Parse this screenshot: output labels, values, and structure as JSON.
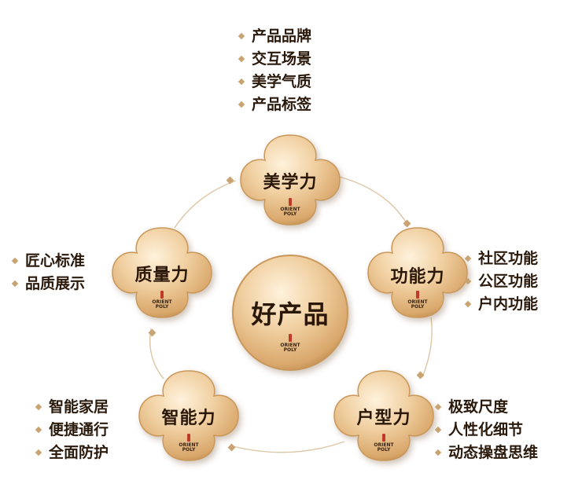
{
  "center": {
    "label": "好产品",
    "logo_line1": "ORIENT",
    "logo_line2": "POLY"
  },
  "nodes": {
    "aesthetics": {
      "label": "美学力",
      "logo_line1": "ORIENT",
      "logo_line2": "POLY",
      "items": [
        "产品品牌",
        "交互场景",
        "美学气质",
        "产品标签"
      ]
    },
    "function": {
      "label": "功能力",
      "logo_line1": "ORIENT",
      "logo_line2": "POLY",
      "items": [
        "社区功能",
        "公区功能",
        "户内功能"
      ]
    },
    "unit_type": {
      "label": "户型力",
      "logo_line1": "ORIENT",
      "logo_line2": "POLY",
      "items": [
        "极致尺度",
        "人性化细节",
        "动态操盘思维"
      ]
    },
    "smart": {
      "label": "智能力",
      "logo_line1": "ORIENT",
      "logo_line2": "POLY",
      "items": [
        "智能家居",
        "便捷通行",
        "全面防护"
      ]
    },
    "quality": {
      "label": "质量力",
      "logo_line1": "ORIENT",
      "logo_line2": "POLY",
      "items": [
        "匠心标准",
        "品质展示"
      ]
    }
  },
  "colors": {
    "gold_light": "#f6ddb6",
    "gold_mid": "#e2b784",
    "gold_dark": "#b78649",
    "text": "#2b1a0c",
    "accent": "#c0392b"
  }
}
